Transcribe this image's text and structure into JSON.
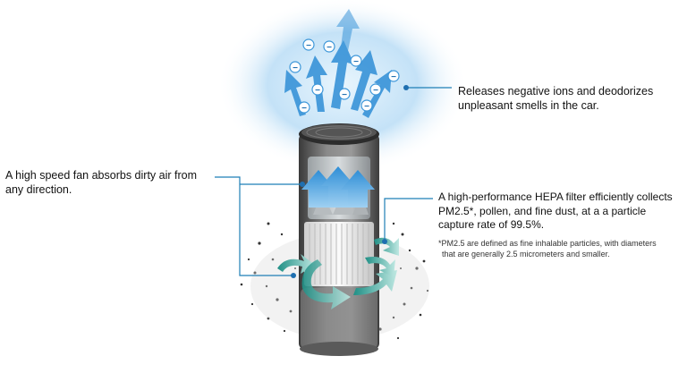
{
  "callouts": {
    "ions": {
      "line1": "Releases negative ions and deodorizes",
      "line2": "unpleasant smells in the car."
    },
    "fan": {
      "line1": "A high speed fan absorbs dirty air from",
      "line2": "any direction."
    },
    "filter": {
      "line1": "A high-performance HEPA filter efficiently collects",
      "line2": "PM2.5*, pollen, and fine dust, at a a particle",
      "line3": "capture rate of 99.5%."
    },
    "footnote": {
      "line1": "*PM2.5 are defined as fine inhalable particles, with diameters",
      "line2": "that are generally 2.5 micrometers and smaller."
    }
  },
  "ion_symbol": "−",
  "colors": {
    "callout_line": "#1f7fb6",
    "ion_cloud": "#bfe0f7",
    "arrow_blue": "#3d97d9",
    "swirl_teal": "#2fa59b",
    "device_dark": "#4a4a4a",
    "filter_white": "#f2f2f2"
  }
}
